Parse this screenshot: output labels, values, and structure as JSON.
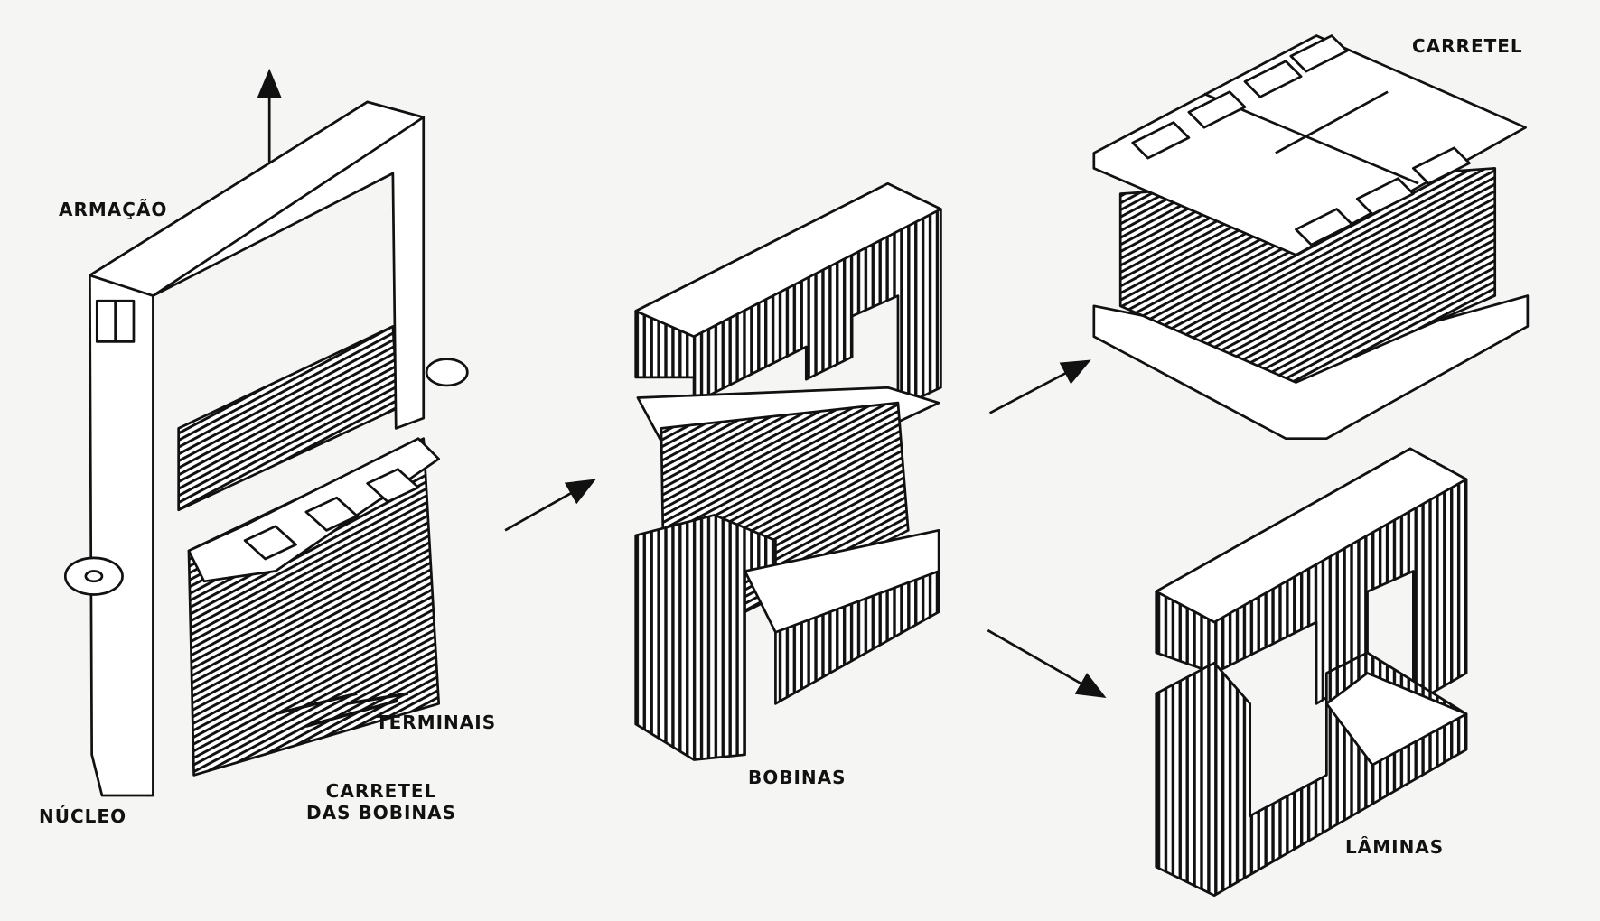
{
  "labels": {
    "armacao": "ARMAÇÃO",
    "terminais": "TERMINAIS",
    "carretel_bobinas_1": "CARRETEL",
    "carretel_bobinas_2": "DAS BOBINAS",
    "nucleo": "NÚCLEO",
    "bobinas": "BOBINAS",
    "carretel": "CARRETEL",
    "laminas": "LÂMINAS"
  },
  "colors": {
    "ink": "#111111",
    "paper": "#f5f5f3"
  }
}
